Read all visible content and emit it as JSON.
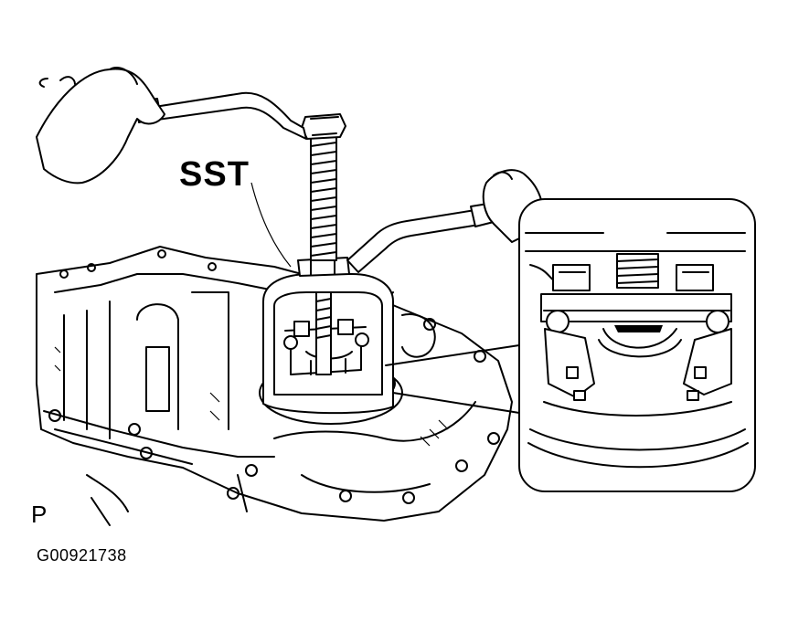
{
  "diagram": {
    "callout_label": "SST",
    "view_marker": "P",
    "figure_code": "G00921738"
  },
  "colors": {
    "ink": "#000000",
    "paper": "#ffffff"
  }
}
